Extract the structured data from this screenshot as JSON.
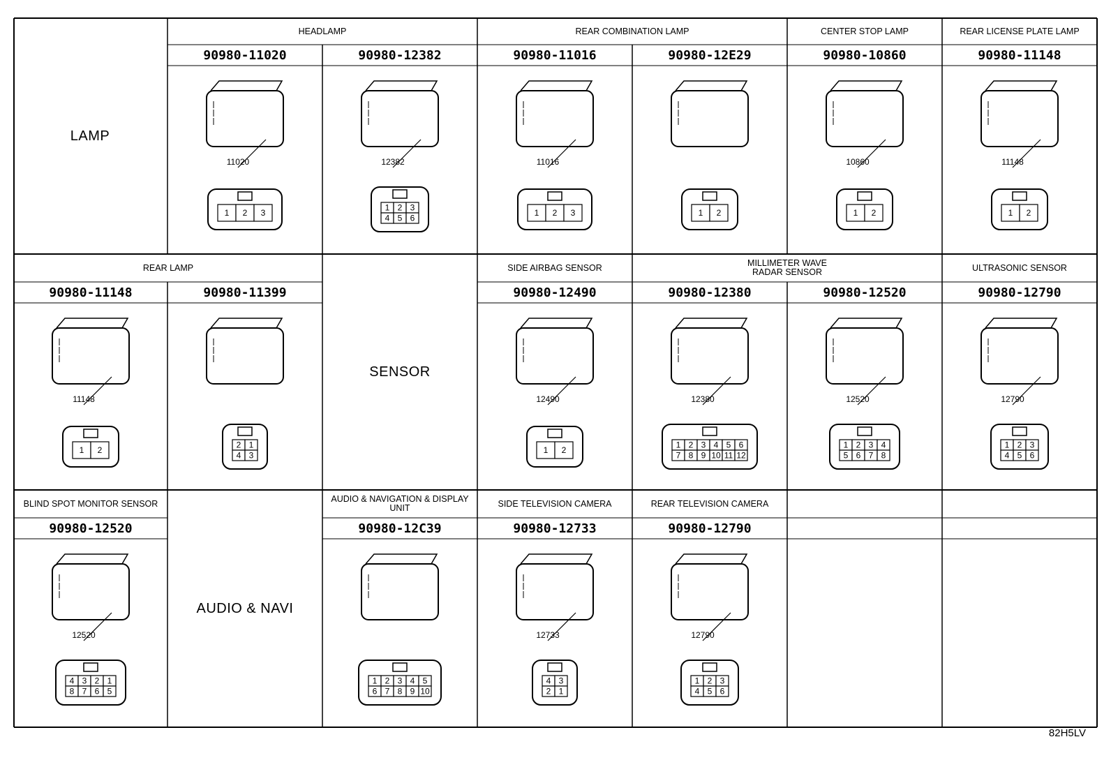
{
  "rows": [
    {
      "label": "LAMP",
      "groups": [
        {
          "title": "HEADLAMP",
          "connectors": [
            {
              "part": "90980-11020",
              "callout": "11020",
              "pins": [
                "1",
                "2",
                "3"
              ],
              "icon": "3-pin-round-connector-icon"
            },
            {
              "part": "90980-12382",
              "callout": "12382",
              "pins": [
                "1",
                "2",
                "3",
                "4",
                "5",
                "6"
              ],
              "icon": "6-pin-connector-icon"
            }
          ]
        },
        {
          "title": "REAR COMBINATION LAMP",
          "connectors": [
            {
              "part": "90980-11016",
              "callout": "11016",
              "pins": [
                "1",
                "2",
                "3"
              ],
              "icon": "3-pin-round-connector-icon"
            },
            {
              "part": "90980-12E29",
              "callout": "",
              "pins": [
                "1",
                "2"
              ],
              "icon": "2-pin-connector-icon"
            }
          ]
        },
        {
          "title": "CENTER STOP LAMP",
          "connectors": [
            {
              "part": "90980-10860",
              "callout": "10860",
              "pins": [
                "1",
                "2"
              ],
              "icon": "2-pin-connector-icon"
            }
          ]
        },
        {
          "title": "REAR LICENSE PLATE LAMP",
          "connectors": [
            {
              "part": "90980-11148",
              "callout": "11148",
              "pins": [
                "1",
                "2"
              ],
              "icon": "2-pin-flat-connector-icon"
            }
          ]
        }
      ]
    },
    {
      "label": "SENSOR",
      "groups": [
        {
          "title": "REAR LAMP",
          "connectors": [
            {
              "part": "90980-11148",
              "callout": "11148",
              "pins": [
                "1",
                "2"
              ],
              "icon": "2-pin-flat-connector-icon"
            },
            {
              "part": "90980-11399",
              "callout": "",
              "pins": [
                "2",
                "1",
                "4",
                "3"
              ],
              "icon": "4-pin-connector-icon"
            }
          ]
        },
        {
          "title": "SIDE AIRBAG SENSOR",
          "connectors": [
            {
              "part": "90980-12490",
              "callout": "12490",
              "pins": [
                "1",
                "2"
              ],
              "icon": "2-pin-round-connector-icon"
            }
          ]
        },
        {
          "title": "MILLIMETER WAVE\nRADAR SENSOR",
          "connectors": [
            {
              "part": "90980-12380",
              "callout": "12380",
              "pins": [
                "1",
                "2",
                "3",
                "4",
                "5",
                "6",
                "7",
                "8",
                "9",
                "10",
                "11",
                "12"
              ],
              "icon": "12-pin-connector-icon"
            },
            {
              "part": "90980-12520",
              "callout": "12520",
              "pins": [
                "1",
                "2",
                "3",
                "4",
                "5",
                "6",
                "7",
                "8"
              ],
              "icon": "8-pin-connector-icon"
            }
          ]
        },
        {
          "title": "ULTRASONIC SENSOR",
          "connectors": [
            {
              "part": "90980-12790",
              "callout": "12790",
              "pins": [
                "1",
                "2",
                "3",
                "4",
                "5",
                "6"
              ],
              "icon": "6-pin-connector-icon"
            }
          ]
        }
      ]
    },
    {
      "label": "AUDIO & NAVI",
      "groups": [
        {
          "title": "BLIND SPOT MONITOR SENSOR",
          "connectors": [
            {
              "part": "90980-12520",
              "callout": "12520",
              "pins": [
                "4",
                "3",
                "2",
                "1",
                "8",
                "7",
                "6",
                "5"
              ],
              "icon": "8-pin-connector-icon"
            }
          ]
        },
        {
          "title": "AUDIO & NAVIGATION & DISPLAY\nUNIT",
          "connectors": [
            {
              "part": "90980-12C39",
              "callout": "",
              "pins": [
                "1",
                "2",
                "3",
                "4",
                "5",
                "6",
                "7",
                "8",
                "9",
                "10"
              ],
              "icon": "10-pin-connector-icon"
            }
          ]
        },
        {
          "title": "SIDE TELEVISION CAMERA",
          "connectors": [
            {
              "part": "90980-12733",
              "callout": "12733",
              "pins": [
                "4",
                "3",
                "2",
                "1"
              ],
              "icon": "4-pin-connector-icon"
            }
          ]
        },
        {
          "title": "REAR TELEVISION CAMERA",
          "connectors": [
            {
              "part": "90980-12790",
              "callout": "12790",
              "pins": [
                "1",
                "2",
                "3",
                "4",
                "5",
                "6"
              ],
              "icon": "6-pin-connector-icon"
            }
          ]
        }
      ]
    }
  ],
  "footer_code": "82H5LV"
}
